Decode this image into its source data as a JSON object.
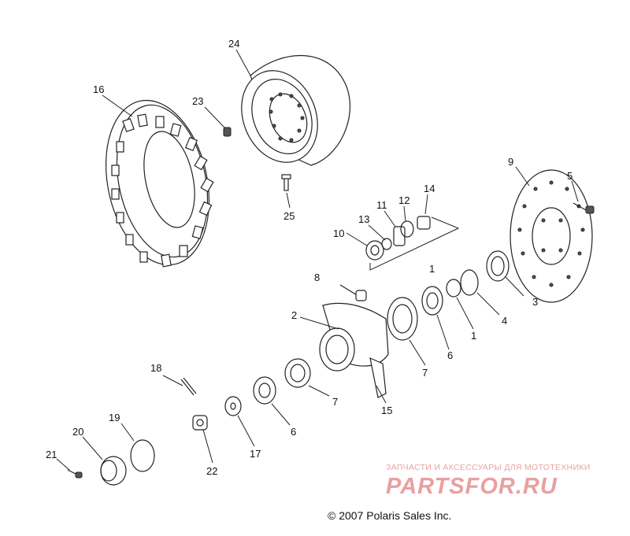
{
  "callouts": [
    {
      "id": "c24",
      "text": "24"
    },
    {
      "id": "c16",
      "text": "16"
    },
    {
      "id": "c23",
      "text": "23"
    },
    {
      "id": "c25",
      "text": "25"
    },
    {
      "id": "c9",
      "text": "9"
    },
    {
      "id": "c5",
      "text": "5"
    },
    {
      "id": "c11",
      "text": "11"
    },
    {
      "id": "c12",
      "text": "12"
    },
    {
      "id": "c14",
      "text": "14"
    },
    {
      "id": "c13",
      "text": "13"
    },
    {
      "id": "c10",
      "text": "10"
    },
    {
      "id": "c1a",
      "text": "1"
    },
    {
      "id": "c8",
      "text": "8"
    },
    {
      "id": "c2",
      "text": "2"
    },
    {
      "id": "c3",
      "text": "3"
    },
    {
      "id": "c4",
      "text": "4"
    },
    {
      "id": "c1b",
      "text": "1"
    },
    {
      "id": "c6a",
      "text": "6"
    },
    {
      "id": "c7a",
      "text": "7"
    },
    {
      "id": "c15",
      "text": "15"
    },
    {
      "id": "c18",
      "text": "18"
    },
    {
      "id": "c7b",
      "text": "7"
    },
    {
      "id": "c19",
      "text": "19"
    },
    {
      "id": "c6b",
      "text": "6"
    },
    {
      "id": "c20",
      "text": "20"
    },
    {
      "id": "c17",
      "text": "17"
    },
    {
      "id": "c21",
      "text": "21"
    },
    {
      "id": "c22",
      "text": "22"
    }
  ],
  "copyright": "© 2007 Polaris Sales Inc.",
  "watermark": {
    "subtitle": "ЗАПЧАСТИ И АКСЕССУАРЫ ДЛЯ МОТОТЕХНИКИ",
    "brand": "PARTSFOR.RU"
  },
  "colors": {
    "line": "#222222",
    "watermark": "#e9a0a0"
  }
}
